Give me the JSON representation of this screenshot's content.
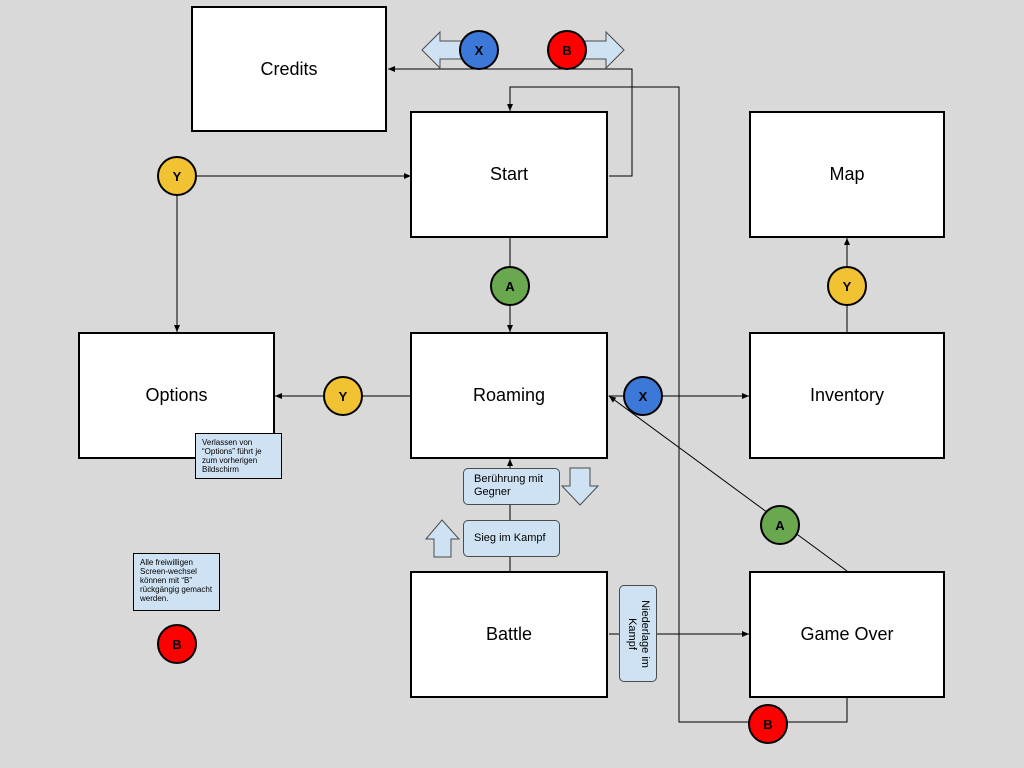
{
  "screens": {
    "credits": "Credits",
    "start": "Start",
    "map": "Map",
    "options": "Options",
    "roaming": "Roaming",
    "inventory": "Inventory",
    "battle": "Battle",
    "game_over": "Game Over"
  },
  "buttons": {
    "x_credits_left": "X",
    "b_credits_right": "B",
    "y_start_options": "Y",
    "a_start_roaming": "A",
    "y_map_inventory": "Y",
    "y_options_roaming": "Y",
    "x_roaming_inventory": "X",
    "a_gameover_roaming": "A",
    "b_legend": "B",
    "b_gameover_start": "B"
  },
  "colors": {
    "background": "#d9d9d9",
    "button_x": "#3c78d8",
    "button_b": "#ff0000",
    "button_y": "#f1c232",
    "button_a": "#6aa84f",
    "note_fill": "#cfe2f3"
  },
  "notes": {
    "options_note": "Verlassen von “Options” führt je zum vorherigen Bildschirm",
    "undo_note": "Alle freiwilligen Screen-wechsel können mit “B” rückgängig gemacht werden."
  },
  "transitions": {
    "touch_enemy": "Berührung mit Gegner",
    "win_battle": "Sieg im Kampf",
    "lose_battle": "Niederlage im Kampf"
  }
}
